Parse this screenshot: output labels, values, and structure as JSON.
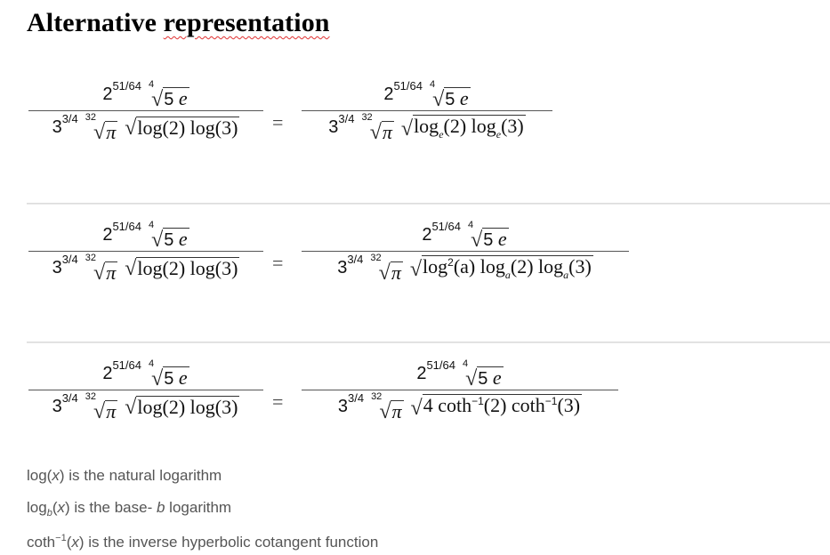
{
  "section": {
    "title_word1": "Alternative",
    "title_word2": "representation"
  },
  "math": {
    "numerator_base": "2",
    "numerator_exp": "51/64",
    "root4_index": "4",
    "root4_radicand_5": "5",
    "root4_radicand_e": "e",
    "den_base": "3",
    "den_exp": "3/4",
    "root32_index": "32",
    "pi": "π",
    "equals": "="
  },
  "equations": [
    {
      "lhs_log_expr": "log(2) log(3)",
      "rhs_log_parts": [
        "log",
        "e",
        "(2) log",
        "e",
        "(3)"
      ]
    },
    {
      "lhs_log_expr": "log(2) log(3)",
      "rhs_log_parts": [
        "log",
        "2",
        "(a) log",
        "a",
        "(2) log",
        "a",
        "(3)"
      ]
    },
    {
      "lhs_log_expr": "log(2) log(3)",
      "rhs_log_parts": [
        "4 coth",
        "−1",
        "(2) coth",
        "−1",
        "(3)"
      ]
    }
  ],
  "notes": [
    {
      "pre": "log(",
      "var": "x",
      "post": ") is the natural logarithm"
    },
    {
      "pre": "log",
      "sub": "b",
      "mid": "(",
      "var": "x",
      "post": ") is the base- ",
      "var2": "b",
      "post2": " logarithm"
    },
    {
      "pre": "coth",
      "sup": "−1",
      "mid": "(",
      "var": "x",
      "post": ") is the inverse hyperbolic cotangent function"
    }
  ]
}
